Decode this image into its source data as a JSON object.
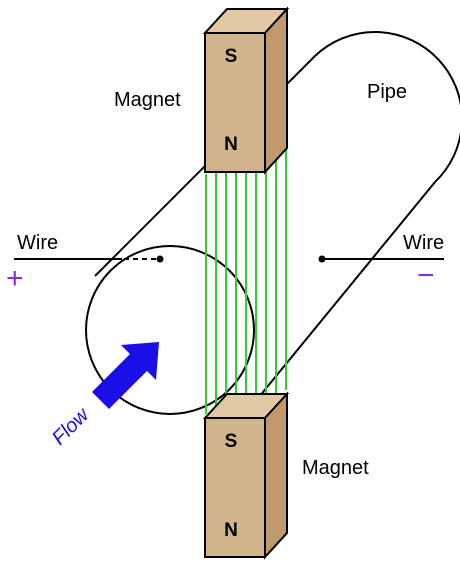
{
  "labels": {
    "magnet_top": "Magnet",
    "magnet_bottom": "Magnet",
    "pipe": "Pipe",
    "wire_left": "Wire",
    "wire_right": "Wire",
    "plus": "+",
    "minus": "−",
    "flow": "Flow"
  },
  "poles": {
    "top_south": "S",
    "top_north": "N",
    "bottom_south": "S",
    "bottom_north": "N"
  },
  "colors": {
    "magnet_face": "#d2b48c",
    "magnet_side": "#c19a6b",
    "magnet_top": "#e3c9a3",
    "field_lines": "#33cc33",
    "polarity": "#8b2fc9",
    "flow": "#1a0fe6",
    "outline": "#000000"
  }
}
